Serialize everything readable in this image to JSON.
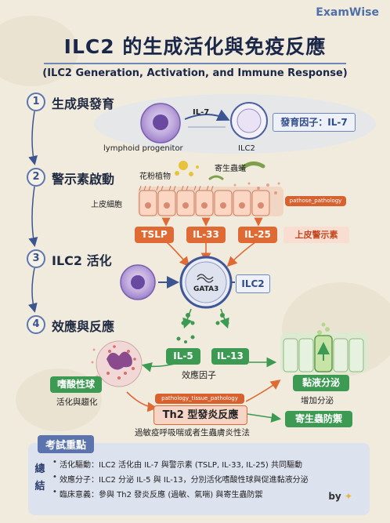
{
  "brand": "ExamWise",
  "title": "ILC2 的生成活化與免疫反應",
  "subtitle": "(ILC2 Generation, Activation, and Immune Response)",
  "steps": [
    {
      "num": "1",
      "title": "生成與發育"
    },
    {
      "num": "2",
      "title": "警示素啟動"
    },
    {
      "num": "3",
      "title": "ILC2 活化"
    },
    {
      "num": "4",
      "title": "效應與反應"
    }
  ],
  "step1": {
    "progenitor_label": "lymphoid progenitor",
    "arrow_label": "IL-7",
    "ilc2_label": "ILC2",
    "factor_box": "發育因子：IL-7"
  },
  "step2": {
    "pollen_label": "花粉植物",
    "parasite_label": "寄生蟲蟻",
    "epithelium_label": "上皮細胞",
    "pathology_tag": "pathose_pathology",
    "alarmins": [
      "TSLP",
      "IL-33",
      "IL-25"
    ],
    "alarmin_box": "上皮警示素"
  },
  "step3": {
    "center_label": "GATA3",
    "ilc2_box": "ILC2"
  },
  "step4": {
    "cytokines": [
      "IL-5",
      "IL-13"
    ],
    "cytokine_caption": "效應因子",
    "eosinophil_label": "嗜酸性球",
    "eosinophil_caption": "活化與趨化",
    "pathology_tag": "pathology_tissue_pathology",
    "th2_label": "Th2 型發炎反應",
    "th2_caption": "過敏疫呼吸喘或者生蟲膚炎性法",
    "mucus_label": "黏液分泌",
    "mucus_caption": "增加分泌",
    "parasite_defense": "寄生蟲防禦"
  },
  "summary": {
    "label": "考試重點",
    "side": [
      "總",
      "結"
    ],
    "lines": [
      "活化驅動：ILC2 活化由 IL-7 與警示素 (TSLP, IL-33, IL-25) 共同驅動",
      "效應分子：ILC2 分泌 IL-5 與 IL-13，分別活化嗜酸性球與促進黏液分泌",
      "臨床意義：參與 Th2 發炎反應 (過敏、氣喘) 與寄生蟲防禦"
    ]
  },
  "signature": "by",
  "colors": {
    "navy": "#1a2748",
    "blue_accent": "#5b77b0",
    "orange": "#df6a33",
    "green": "#3c9a52",
    "purple_cell": "#8e6fc2",
    "background": "#f1ebde"
  }
}
